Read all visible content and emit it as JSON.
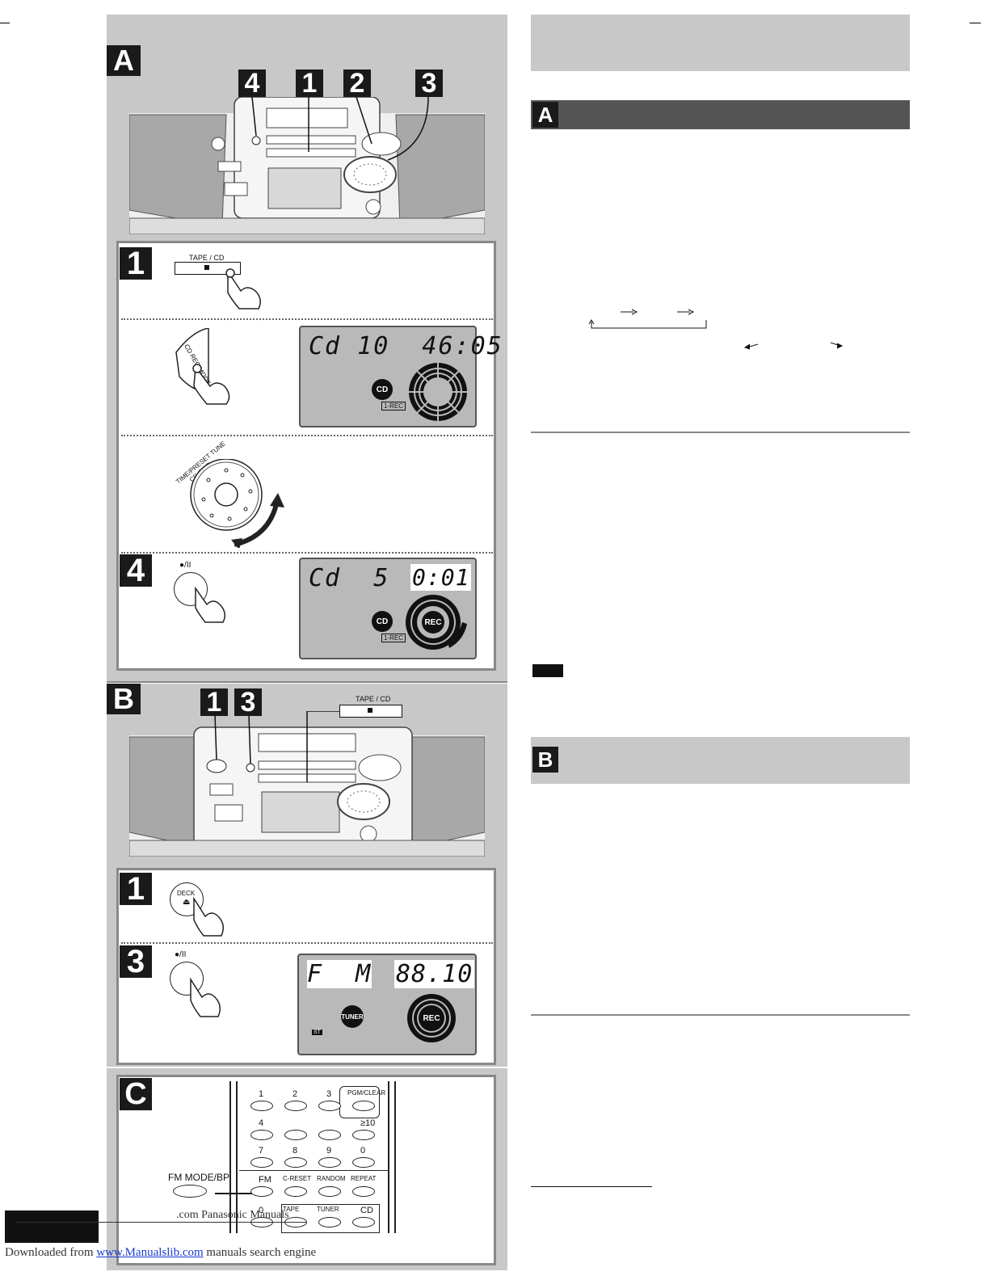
{
  "sections": {
    "A": "A",
    "B": "B",
    "C": "C"
  },
  "callouts": {
    "a_four": "4",
    "a_one": "1",
    "a_two": "2",
    "a_three": "3",
    "b_one": "1",
    "b_three": "3"
  },
  "steps": {
    "a1": "1",
    "a4": "4",
    "b1": "1",
    "b3": "3"
  },
  "labels": {
    "tape_cd": "TAPE / CD",
    "tape_cd_b": "TAPE / CD",
    "cd_rec_mode": "CD REC MODE",
    "time_preset": "TIME/PRESET TUNE",
    "cd_skip": "CD SKIP",
    "rec_pause": "●/II",
    "rec_pause_b": "●/II",
    "deck": "DECK",
    "fm_mode_bp": "FM MODE/BP"
  },
  "displays": {
    "lcd1": {
      "text": "Cd 10  46:05",
      "badge": "CD",
      "mode": "1-REC"
    },
    "lcd2": {
      "left": "Cd  5",
      "right": "0:01",
      "badge": "CD",
      "mode": "1-REC",
      "rec": "REC"
    },
    "lcd3": {
      "left": "F  M",
      "right": "88.10",
      "badge": "TUNER",
      "st": "ST",
      "rec": "REC"
    }
  },
  "remote": {
    "row1": [
      "1",
      "2",
      "3",
      "PGM/CLEAR"
    ],
    "row2": [
      "4",
      "",
      "",
      "≥10"
    ],
    "row3": [
      "7",
      "8",
      "9",
      "0"
    ],
    "row4": [
      "FM",
      "C-RESET",
      "RANDOM",
      "REPEAT"
    ],
    "row5": [
      "0",
      "TAPE",
      "TUNER",
      "CD"
    ]
  },
  "right_col": {
    "section_a": "A",
    "section_b": "B"
  },
  "footer": {
    "watermark": ".com Panasonic Manuals",
    "downloaded_prefix": "Downloaded from ",
    "link": "www.Manualslib.com",
    "suffix": " manuals search engine"
  }
}
